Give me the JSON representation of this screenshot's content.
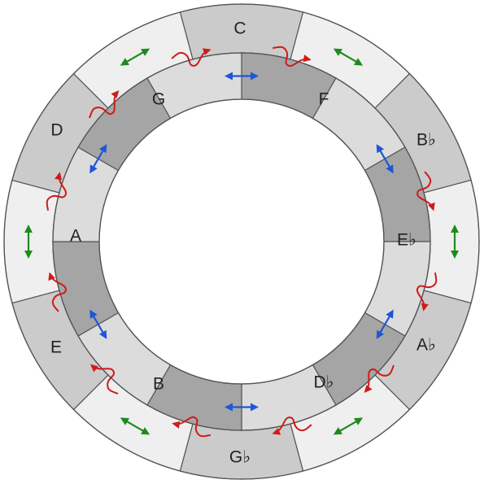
{
  "colors": {
    "outer_ring_light": "#efefef",
    "outer_ring_mid": "#cbcbcb",
    "inner_ring_light": "#dcdcdc",
    "inner_ring_dark": "#a5a5a5",
    "outline": "#555555",
    "green_arrow": "#1e8a1e",
    "blue_arrow": "#1f55d6",
    "red_arrow": "#d01a1a"
  },
  "outer_notes": [
    "C",
    "B♭",
    "A♭",
    "G♭",
    "E",
    "D"
  ],
  "inner_notes": [
    "G",
    "F",
    "E♭",
    "D♭",
    "B",
    "A"
  ],
  "icons": {
    "green": "double-headed-arrow",
    "blue": "double-headed-arrow",
    "red": "squiggle-arrow"
  }
}
